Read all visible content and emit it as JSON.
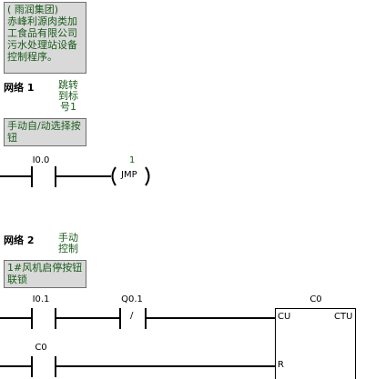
{
  "program_comment": "( 雨润集团)\n赤峰利源肉类加工食品有限公司污水处理站设备控制程序。",
  "networks": [
    {
      "label": "网络 1",
      "title": "跳转\n到标\n号1",
      "comment": "手动自/动选择按钮",
      "contact": {
        "operand": "I0.0"
      },
      "coil": {
        "operand": "1",
        "instruction": "JMP"
      }
    },
    {
      "label": "网络 2",
      "title": "手动\n控制",
      "comment": "1#风机启停按钮          联锁",
      "contact1": {
        "operand": "I0.1"
      },
      "contact2": {
        "operand": "Q0.1",
        "symbol": "/"
      },
      "contact3": {
        "operand": "C0"
      },
      "counter": {
        "name": "C0",
        "pin_cu": "CU",
        "pin_ctu": "CTU",
        "pin_r": "R"
      }
    }
  ],
  "colors": {
    "comment_text": "#1a5c1a",
    "comment_bg": "#d9d9d9",
    "rung": "#000000"
  }
}
